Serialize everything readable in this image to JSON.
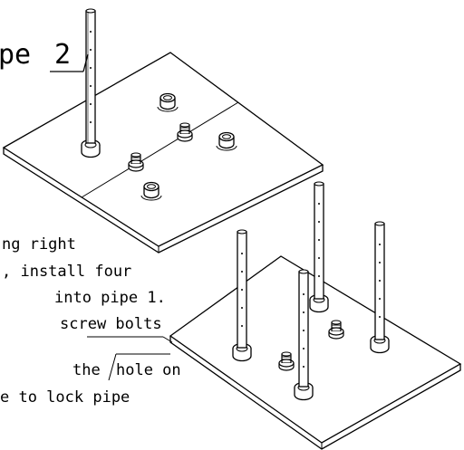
{
  "diagram": {
    "label_pipe": "pe",
    "label_number": "2",
    "instructions": [
      "ng right",
      ", install four",
      "into pipe 1.",
      "screw bolts",
      "the",
      "hole on",
      "e to lock pipe"
    ]
  },
  "colors": {
    "ink": "#000000",
    "paper": "#ffffff"
  }
}
